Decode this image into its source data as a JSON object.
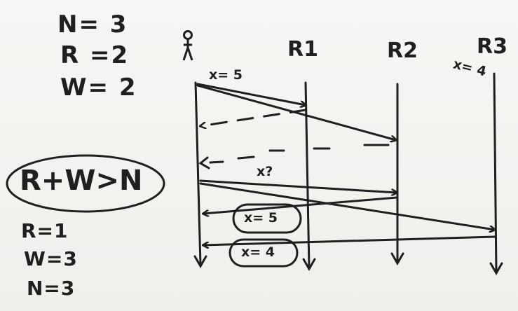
{
  "params": {
    "n": "N= 3",
    "r": "R =2",
    "w": "W= 2"
  },
  "condition": "R+W>N",
  "alt": {
    "r": "R=1",
    "w": "W=3",
    "n": "N=3"
  },
  "actors": {
    "r1": "R1",
    "r2": "R2",
    "r3": "R3"
  },
  "labels": {
    "write": "x= 5",
    "r3_value": "x= 4",
    "read": "x?",
    "resp1": "x= 5",
    "resp2": "x= 4"
  },
  "colors": {
    "ink": "#1f1f1f",
    "board": "#f4f4f2"
  }
}
